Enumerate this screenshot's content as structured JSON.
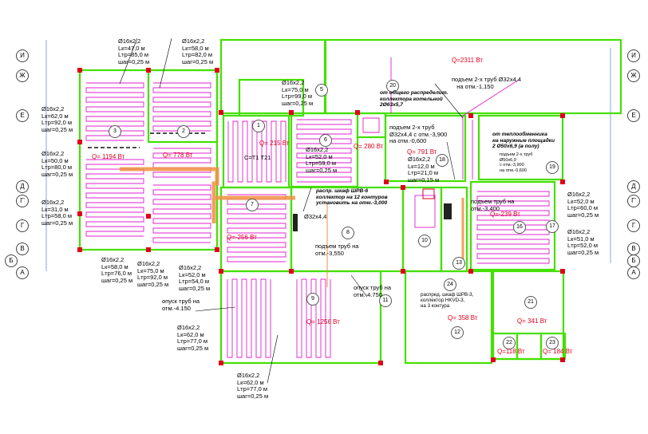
{
  "axes_left": [
    "И",
    "Ж",
    "Е",
    "Д",
    "Г'",
    "Г",
    "В",
    "Б",
    "А"
  ],
  "axes_right": [
    "И",
    "Ж",
    "Е",
    "Д",
    "Г'",
    "Г",
    "В",
    "Б",
    "А"
  ],
  "loop_labels": {
    "l1": [
      "Ø16x2,2",
      "Lк=47,0 м",
      "Lтр=85,0 м",
      "шаг=0,25 м"
    ],
    "l2": [
      "Ø16x2,2",
      "Lк=58,0 м",
      "Lтр=82,0 м",
      "шаг=0,25 м"
    ],
    "l3": [
      "Ø16x2,2",
      "Lк=62,0 м",
      "Lтр=92,0 м",
      "шаг=0,25 м"
    ],
    "l4": [
      "Ø16x2,2",
      "Lк=50,0 м",
      "Lтр=80,0 м",
      "шаг=0,25 м"
    ],
    "l5": [
      "Ø16x2,2",
      "Lк=31,0 м",
      "Lтр=58,0 м",
      "шаг=0,25 м"
    ],
    "l6": [
      "Ø16x2,2",
      "Lк=75,0 м",
      "Lтр=99,0 м",
      "шаг=0,25 м"
    ],
    "l7": [
      "Ø16x2,2",
      "Lк=52,0 м",
      "Lтр=59,0 м",
      "шаг=0,25 м"
    ],
    "l8": [
      "Ø16x2,2",
      "Lк=58,0 м",
      "Lтр=76,0 м",
      "шаг=0,25 м"
    ],
    "l9": [
      "Ø16x2,2",
      "Lк=75,0 м",
      "Lтр=92,0 м",
      "шаг=0,25 м"
    ],
    "l10": [
      "Ø16x2,2",
      "Lк=52,0 м",
      "Lтр=54,0 м",
      "шаг=0,25 м"
    ],
    "l11": [
      "Ø16x2,2",
      "Lк=62,0 м",
      "Lтр=77,0 м",
      "шаг=0,25 м"
    ],
    "l12": [
      "Ø16x2,2",
      "Lк=62,0 м",
      "Lтр=77,0 м",
      "шаг=0,25 м"
    ],
    "l13": [
      "Ø16x2,2",
      "Lк=12,0 м",
      "Lтр=21,0 м",
      "шаг=0,15 м"
    ],
    "l14": [
      "Ø16x2,2",
      "Lк=52,0 м",
      "Lтр=60,0 м",
      "шаг=0,25 м"
    ],
    "l15": [
      "Ø16x2,2",
      "Lк=51,0 м",
      "Lтр=52,0 м",
      "шаг=0,25 м"
    ]
  },
  "power": {
    "q_total": "Q=2311 Вт",
    "q3": "Q= 1194 Вт",
    "q2": "Q= 778 Вт",
    "q1": "Q= 215 Вт",
    "q6": "Q= 280 Вт",
    "q18": "Q= 791 Вт",
    "q7": "Q=-256 Вт",
    "q9": "Q= 1256 Вт",
    "q16": "Q=-239 Вт",
    "q12": "Q= 358 Вт",
    "q21": "Q= 341 Вт",
    "q22": "Q=118 Вт",
    "q23": "Q= 184 Вт"
  },
  "rooms": [
    "1",
    "2",
    "3",
    "5",
    "6",
    "7",
    "8",
    "9",
    "10",
    "11",
    "12",
    "13",
    "16",
    "17",
    "18",
    "19",
    "20",
    "21",
    "22",
    "23",
    "24"
  ],
  "notes": {
    "rise_top": [
      "подъем 2-х труб",
      "Ø32x4,4",
      "на отм.-1,150"
    ],
    "from_common": [
      "от общего распределит.",
      "коллектора котельной",
      "2Ø63x5,7"
    ],
    "rise_mid": [
      "подъем 2-х труб",
      "Ø32x4,4 с отм.-3,900",
      "на отм.-0,600"
    ],
    "from_heat": [
      "от теплообменника",
      "на наружные площадки",
      "2 Ø50x6,9 (в полу)"
    ],
    "rise_small": [
      "подъем 2-х труб",
      "Ø50x6,9",
      "с отм.-3,900",
      "на отм.-0,600"
    ],
    "cab6": [
      "распр. шкаф ШРВ-6",
      "коллектор на 12 контуров",
      "установить на отм.-3,000"
    ],
    "pipe": "Ø32x4,4",
    "rise355": [
      "подъем труб на",
      "отм.-3,550"
    ],
    "rise340": [
      "подъем труб на",
      "отм.-3,400"
    ],
    "drop475": [
      "опуск труб на",
      "отм.-4.750"
    ],
    "drop415": [
      "опуск труб на",
      "отм.-4.150"
    ],
    "cab3": [
      "распред. шкаф ШРВ-3,",
      "коллектор HKVD-3,",
      "на 3 контура"
    ],
    "ct": "C=T1 T21"
  }
}
